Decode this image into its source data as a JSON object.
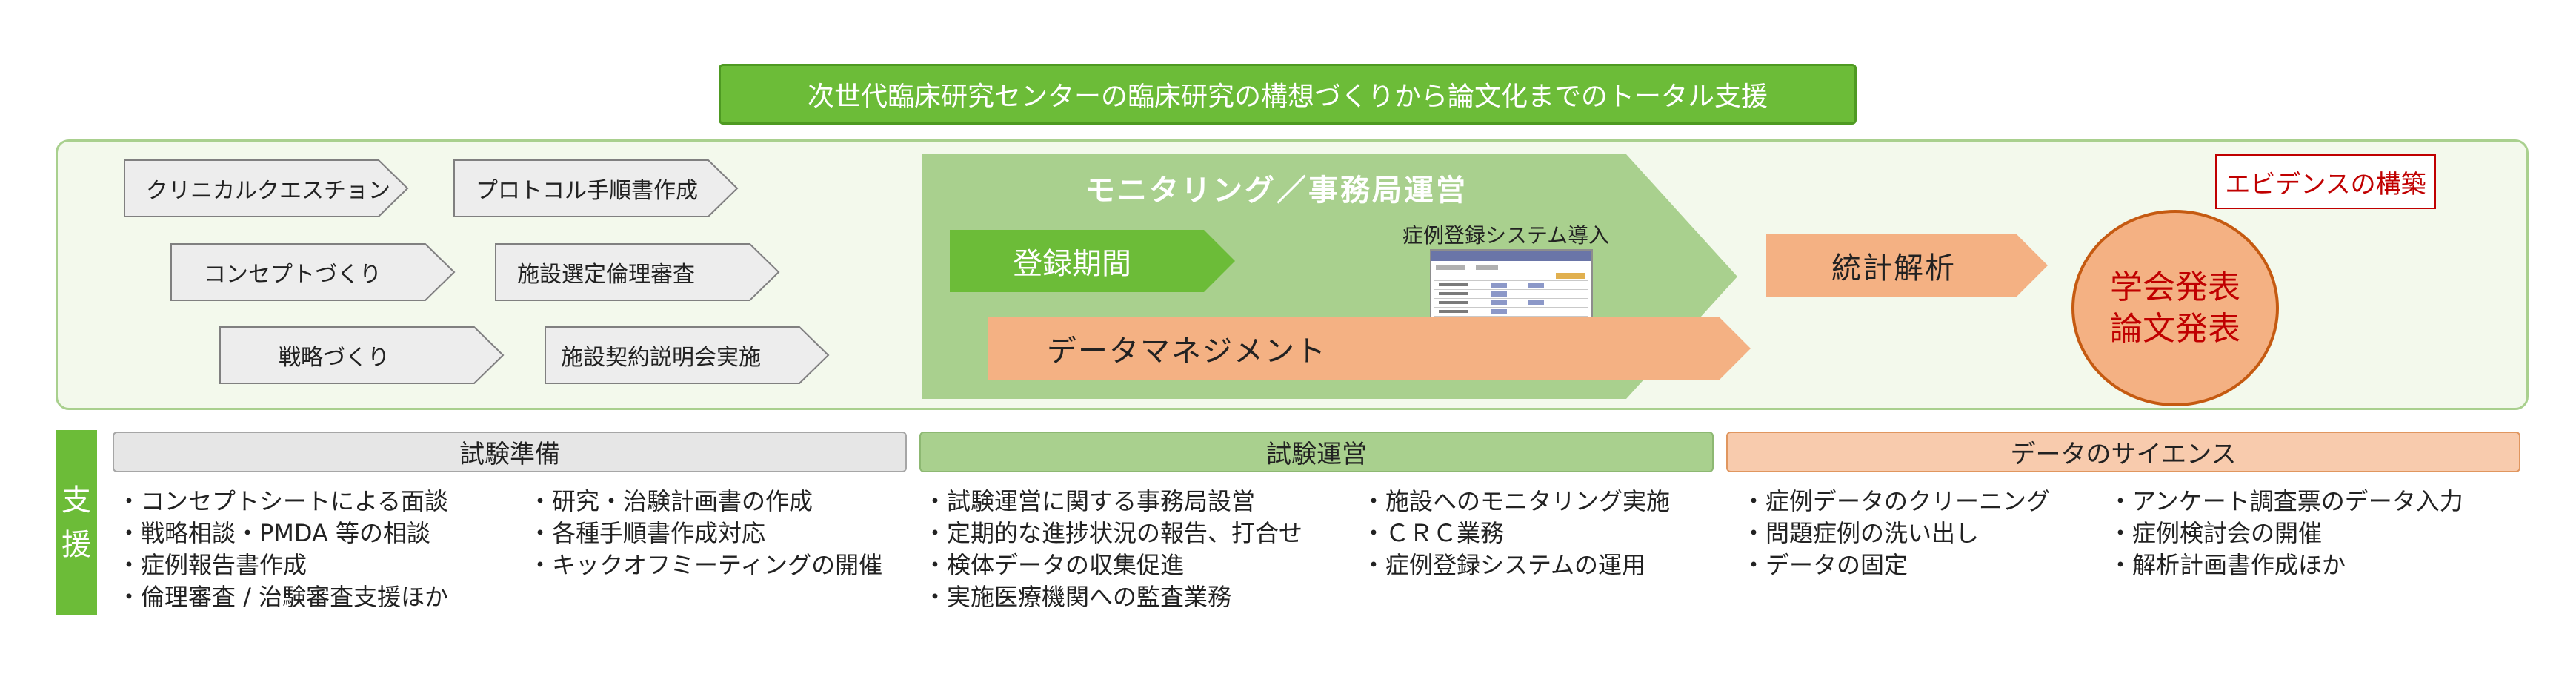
{
  "banner": {
    "title": "次世代臨床研究センターの臨床研究の構想づくりから論文化までのトータル支援"
  },
  "prep_steps": [
    "クリニカルクエスチョン",
    "プロトコル手順書作成",
    "コンセプトづくり",
    "施設選定倫理審査",
    "戦略づくり",
    "施設契約説明会実施"
  ],
  "monitoring": {
    "title": "モニタリング／事務局運営",
    "registration": "登録期間",
    "system_label": "症例登録システム導入",
    "data_management": "データマネジメント"
  },
  "statistics": "統計解析",
  "evidence": "エビデンスの構築",
  "presentation": {
    "line1": "学会発表",
    "line2": "論文発表"
  },
  "support": {
    "char1": "支",
    "char2": "援"
  },
  "columns": {
    "prep": {
      "header": "試験準備",
      "left": [
        "・コンセプトシートによる面談",
        "・戦略相談・PMDA 等の相談",
        "・症例報告書作成",
        "・倫理審査 / 治験審査支援ほか"
      ],
      "right": [
        "・研究・治験計画書の作成",
        "・各種手順書作成対応",
        "・キックオフミーティングの開催"
      ]
    },
    "ops": {
      "header": "試験運営",
      "left": [
        "・試験運営に関する事務局設営",
        "・定期的な進捗状況の報告、打合せ",
        "・検体データの収集促進",
        "・実施医療機関への監査業務"
      ],
      "right": [
        "・施設へのモニタリング実施",
        "・ＣＲＣ業務",
        "・症例登録システムの運用"
      ]
    },
    "sci": {
      "header": "データのサイエンス",
      "left": [
        "・症例データのクリーニング",
        "・問題症例の洗い出し",
        "・データの固定"
      ],
      "right": [
        "・アンケート調査票のデータ入力",
        "・症例検討会の開催",
        "・解析計画書作成ほか"
      ]
    }
  },
  "colors": {
    "green": "#6cbc38",
    "light_green": "#a9d08e",
    "orange": "#f4b183",
    "red": "#c00000"
  }
}
